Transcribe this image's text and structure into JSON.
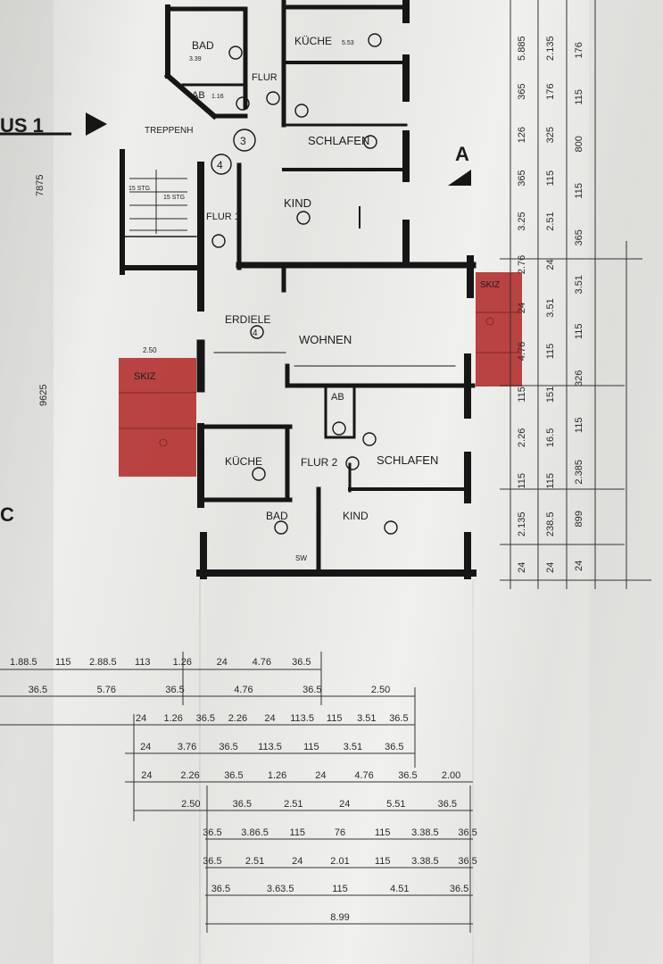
{
  "house_label": "US 1",
  "section_mark": "A",
  "side_mark": "C",
  "colors": {
    "wall": "#161616",
    "terrace_fill": "#b22a2a",
    "paper": "#e8e8e5"
  },
  "upper_floor": {
    "bad": "BAD",
    "bad_area": "3.39",
    "kueche": "KÜCHE",
    "kueche_area": "5.53",
    "flur": "FLUR",
    "ab": "AB",
    "ab_area": "1.16",
    "schlafen": "SCHLAFEN",
    "kind": "KIND",
    "treppenh": "TREPPENH",
    "stg1": "15 STG",
    "stg2": "15 STG",
    "flur1": "FLUR 1",
    "circle_3": "3",
    "circle_4": "4"
  },
  "lower_floor": {
    "erdiele": "ERDIELE",
    "wohnen": "WOHNEN",
    "ab": "AB",
    "kueche": "KÜCHE",
    "flur2": "FLUR 2",
    "schlafen": "SCHLAFEN",
    "bad": "BAD",
    "kind": "KIND",
    "sw": "SW",
    "terrace_left": "SKIZ",
    "terrace_right": "SKIZ",
    "left_dim_top": "2.50",
    "circle_4": "4"
  },
  "left_dims": [
    "7875",
    "9625"
  ],
  "right_column_1": [
    "5.885",
    "365",
    "126",
    "365",
    "3.25",
    "2.76",
    "24",
    "4.76",
    "115",
    "2.26",
    "115",
    "2.135",
    "24"
  ],
  "right_column_2": [
    "2.135",
    "176",
    "325",
    "115",
    "2.51",
    "24",
    "3.51",
    "115",
    "151",
    "16.5",
    "115",
    "238.5",
    "24"
  ],
  "right_column_3": [
    "176",
    "115",
    "800",
    "115",
    "365",
    "3.51",
    "115",
    "326",
    "115",
    "2.385",
    "899",
    "24"
  ],
  "bottom_dims": [
    [
      "1.88.5",
      "115",
      "2.88.5",
      "113",
      "1.26",
      "24",
      "4.76",
      "36.5"
    ],
    [
      "36.5",
      "5.76",
      "36.5",
      "4.76",
      "36.5",
      "2.50"
    ],
    [
      "24",
      "1.26",
      "36.5",
      "2.26",
      "24",
      "113.5",
      "115",
      "3.51",
      "36.5"
    ],
    [
      "24",
      "3.76",
      "36.5",
      "113.5",
      "115",
      "3.51",
      "36.5"
    ],
    [
      "24",
      "2.26",
      "36.5",
      "1.26",
      "24",
      "4.76",
      "36.5",
      "2.00"
    ],
    [
      "2.50",
      "36.5",
      "2.51",
      "24",
      "5.51",
      "36.5"
    ],
    [
      "36.5",
      "3.86.5",
      "115",
      "76",
      "115",
      "3.38.5",
      "36.5"
    ],
    [
      "36.5",
      "2.51",
      "24",
      "2.01",
      "115",
      "3.38.5",
      "36.5"
    ],
    [
      "36.5",
      "3.63.5",
      "115",
      "4.51",
      "36.5"
    ],
    [
      "8.99"
    ]
  ]
}
